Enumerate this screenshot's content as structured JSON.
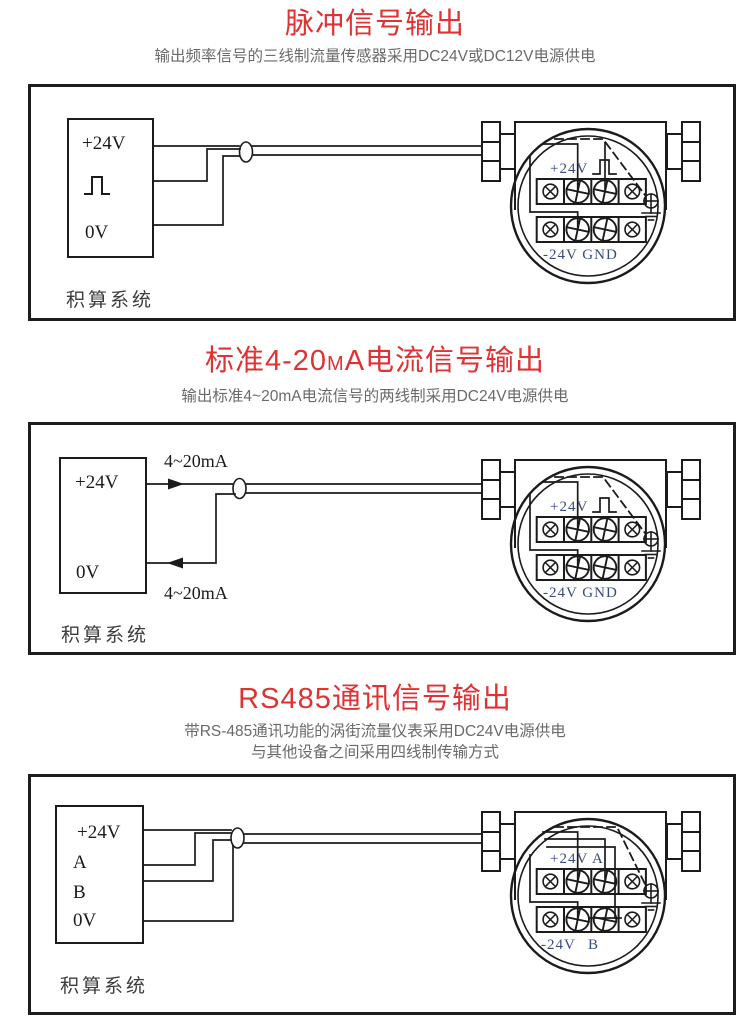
{
  "page_colors": {
    "background": "#ffffff",
    "title_red": "#de3332",
    "subtitle_gray": "#6a6a6a",
    "line_black": "#1b1b1b",
    "terminal_label_navy": "#3b4a7d",
    "system_label_gray": "#3c3c3c"
  },
  "icons": {
    "terminal_screw": "circle-with-cross",
    "ground": "earth-ground-symbol",
    "pulse": "square-pulse-waveform",
    "cable_junction": "ellipse-cable-node"
  },
  "sections": [
    {
      "title": "脉冲信号输出",
      "subtitle_lines": [
        "输出频率信号的三线制流量传感器采用DC24V或DC12V电源供电"
      ],
      "system_box": {
        "top": "+24V",
        "bottom": "0V",
        "label": "积算系统"
      },
      "device": {
        "top_label": "+24V",
        "bottom_label": "-24V GND"
      }
    },
    {
      "title_parts": [
        "标准4-20",
        "M",
        "A电流信号输出"
      ],
      "subtitle_lines": [
        "输出标准4~20mA电流信号的两线制采用DC24V电源供电"
      ],
      "system_box": {
        "top": "+24V",
        "bottom": "0V",
        "label": "积算系统"
      },
      "wire_labels": {
        "top": "4~20mA",
        "bottom": "4~20mA"
      },
      "device": {
        "top_label": "+24V",
        "bottom_label": "-24V GND"
      }
    },
    {
      "title": "RS485通讯信号输出",
      "subtitle_lines": [
        "带RS-485通讯功能的涡街流量仪表采用DC24V电源供电",
        "与其他设备之间采用四线制传输方式"
      ],
      "system_box": {
        "top": "+24V",
        "a": "A",
        "b": "B",
        "bottom": "0V",
        "label": "积算系统"
      },
      "device": {
        "top_label": "+24V",
        "top_label2": "A",
        "bottom_label": "-24V",
        "bottom_label2": "B"
      }
    }
  ]
}
